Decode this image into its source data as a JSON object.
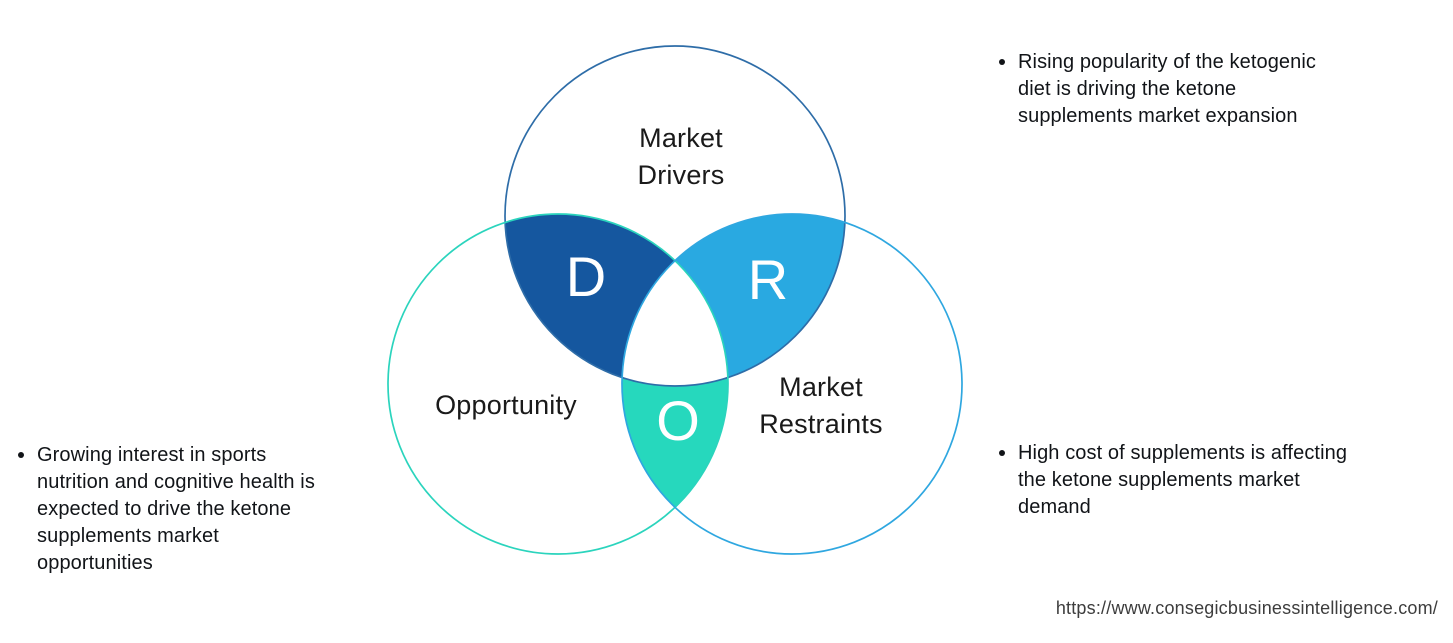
{
  "venn": {
    "drivers": {
      "label": "Market\nDrivers",
      "letter": "D",
      "fill": "#15579F",
      "stroke": "#2E6DA8"
    },
    "restraints": {
      "label": "Market\nRestraints",
      "letter": "R",
      "fill": "#29A9E1",
      "stroke": "#2FA7E0"
    },
    "opportunity": {
      "label": "Opportunity",
      "letter": "O",
      "fill": "#26D8BD",
      "stroke": "#2BD4BD"
    },
    "center_fill": "#FFFFFF"
  },
  "bullets": {
    "drivers": "Rising popularity of the ketogenic\ndiet is driving the ketone\nsupplements market expansion",
    "opportunity": "Growing interest in sports\nnutrition and cognitive health is\nexpected to drive the ketone\nsupplements market\nopportunities",
    "restraints": "High cost of supplements is affecting\nthe ketone supplements market\ndemand"
  },
  "footer": {
    "url": "https://www.consegicbusinessintelligence.com/"
  }
}
